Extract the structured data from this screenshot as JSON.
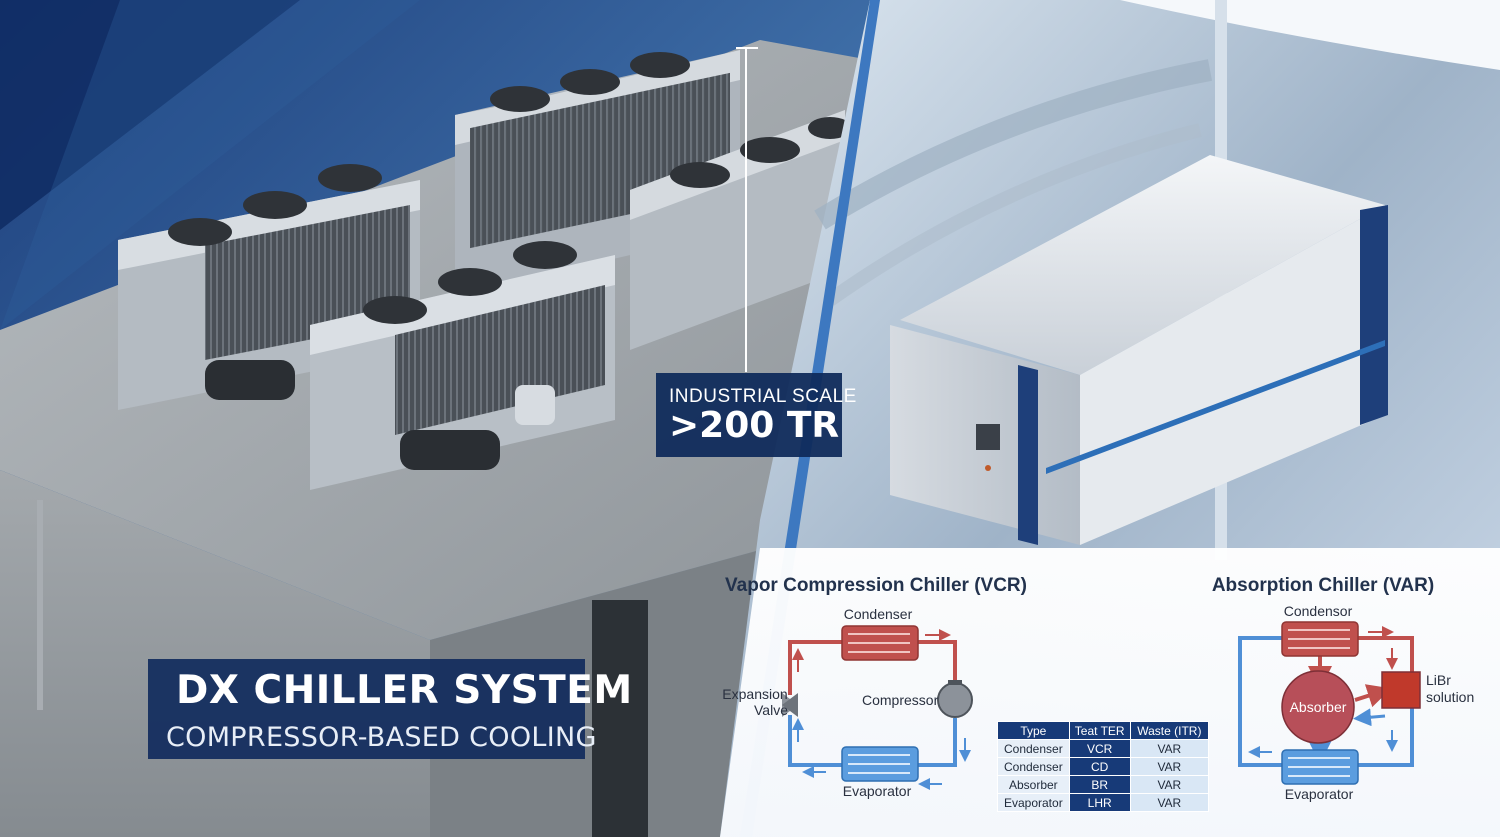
{
  "photo": {
    "title": "DX CHILLER SYSTEM",
    "subtitle": "COMPRESSOR-BASED COOLING",
    "scale_label": "INDUSTRIAL SCALE",
    "scale_value": ">200 TR"
  },
  "vcr": {
    "title": "Vapor Compression Chiller (VCR)",
    "condenser": "Condenser",
    "compressor": "Compressor",
    "expansion_line1": "Expansion",
    "expansion_line2": "Valve",
    "evaporator": "Evaporator"
  },
  "var": {
    "title": "Absorption Chiller (VAR)",
    "condensor": "Condensor",
    "absorber": "Absorber",
    "libr_line1": "LiBr",
    "libr_line2": "solution",
    "evaporator": "Evaporator"
  },
  "comparison_table": {
    "headers": [
      "Type",
      "Teat TER",
      "Waste (ITR)"
    ],
    "rows": [
      [
        "Condenser",
        "VCR",
        "VAR"
      ],
      [
        "Condenser",
        "CD",
        "VAR"
      ],
      [
        "Absorber",
        "BR",
        "VAR"
      ],
      [
        "Evaporator",
        "LHR",
        "VAR"
      ]
    ]
  },
  "colors": {
    "navy": "#173a78",
    "hot_pipe": "#c0504d",
    "cold_pipe": "#4f8fd6",
    "accent_blue": "#2d6fb8"
  }
}
